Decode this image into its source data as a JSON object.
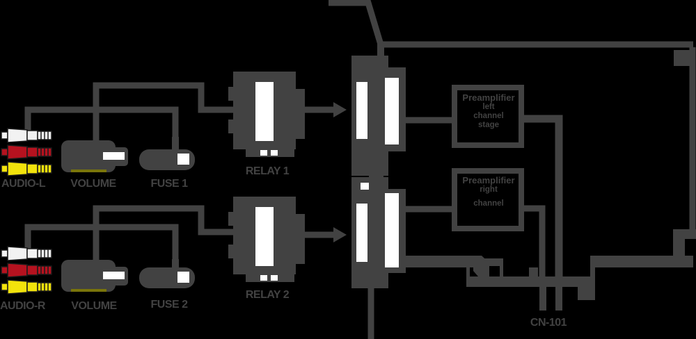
{
  "colors": {
    "background": "#000000",
    "foreground": "#424242",
    "window_fill": "#ffffff",
    "rca_white": "#f2f2f2",
    "rca_red": "#b5121f",
    "rca_yellow": "#f2e30c",
    "knob_accent": "#7a750b"
  },
  "channels": {
    "top": {
      "input_label": "AUDIO-L",
      "knob_label": "VOLUME",
      "fuse_label": "FUSE 1",
      "relay_label": "RELAY 1",
      "rca_connectors": [
        "white",
        "red",
        "yellow"
      ]
    },
    "bottom": {
      "input_label": "AUDIO-R",
      "knob_label": "VOLUME",
      "fuse_label": "FUSE 2",
      "relay_label": "RELAY 2",
      "rca_connectors": [
        "white",
        "red",
        "yellow"
      ]
    }
  },
  "process_boxes": {
    "top": {
      "lines": [
        "Preamplifier",
        "left",
        "channel",
        "stage"
      ]
    },
    "bottom": {
      "lines": [
        "Preamplifier",
        "right",
        "channel"
      ]
    }
  },
  "connector_label": "CN-101"
}
